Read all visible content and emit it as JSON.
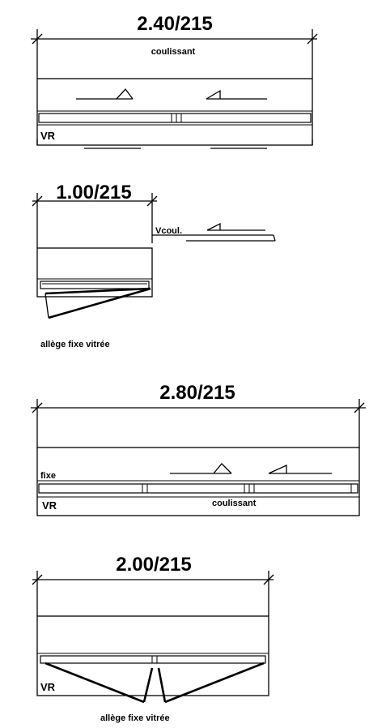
{
  "windows": [
    {
      "dimension": "2.40/215",
      "labels": {
        "top": "coulissant",
        "frame": "VR"
      }
    },
    {
      "dimension": "1.00/215",
      "labels": {
        "side": "Vcoul.",
        "bottom": "allège fixe vitrée"
      }
    },
    {
      "dimension": "2.80/215",
      "labels": {
        "fixed": "fixe",
        "frame": "VR",
        "sliding": "coulissant"
      }
    },
    {
      "dimension": "2.00/215",
      "labels": {
        "frame": "VR",
        "bottom": "allège fixe vitrée"
      }
    }
  ]
}
